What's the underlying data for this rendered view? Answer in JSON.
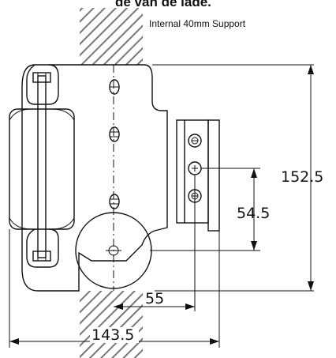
{
  "caption_top": "de van de lade.",
  "note": "Internal 40mm Support",
  "dimensions": {
    "height_total": "152.5",
    "bracket_offset": "54.5",
    "roller_offset": "55",
    "width_total": "143.5"
  }
}
